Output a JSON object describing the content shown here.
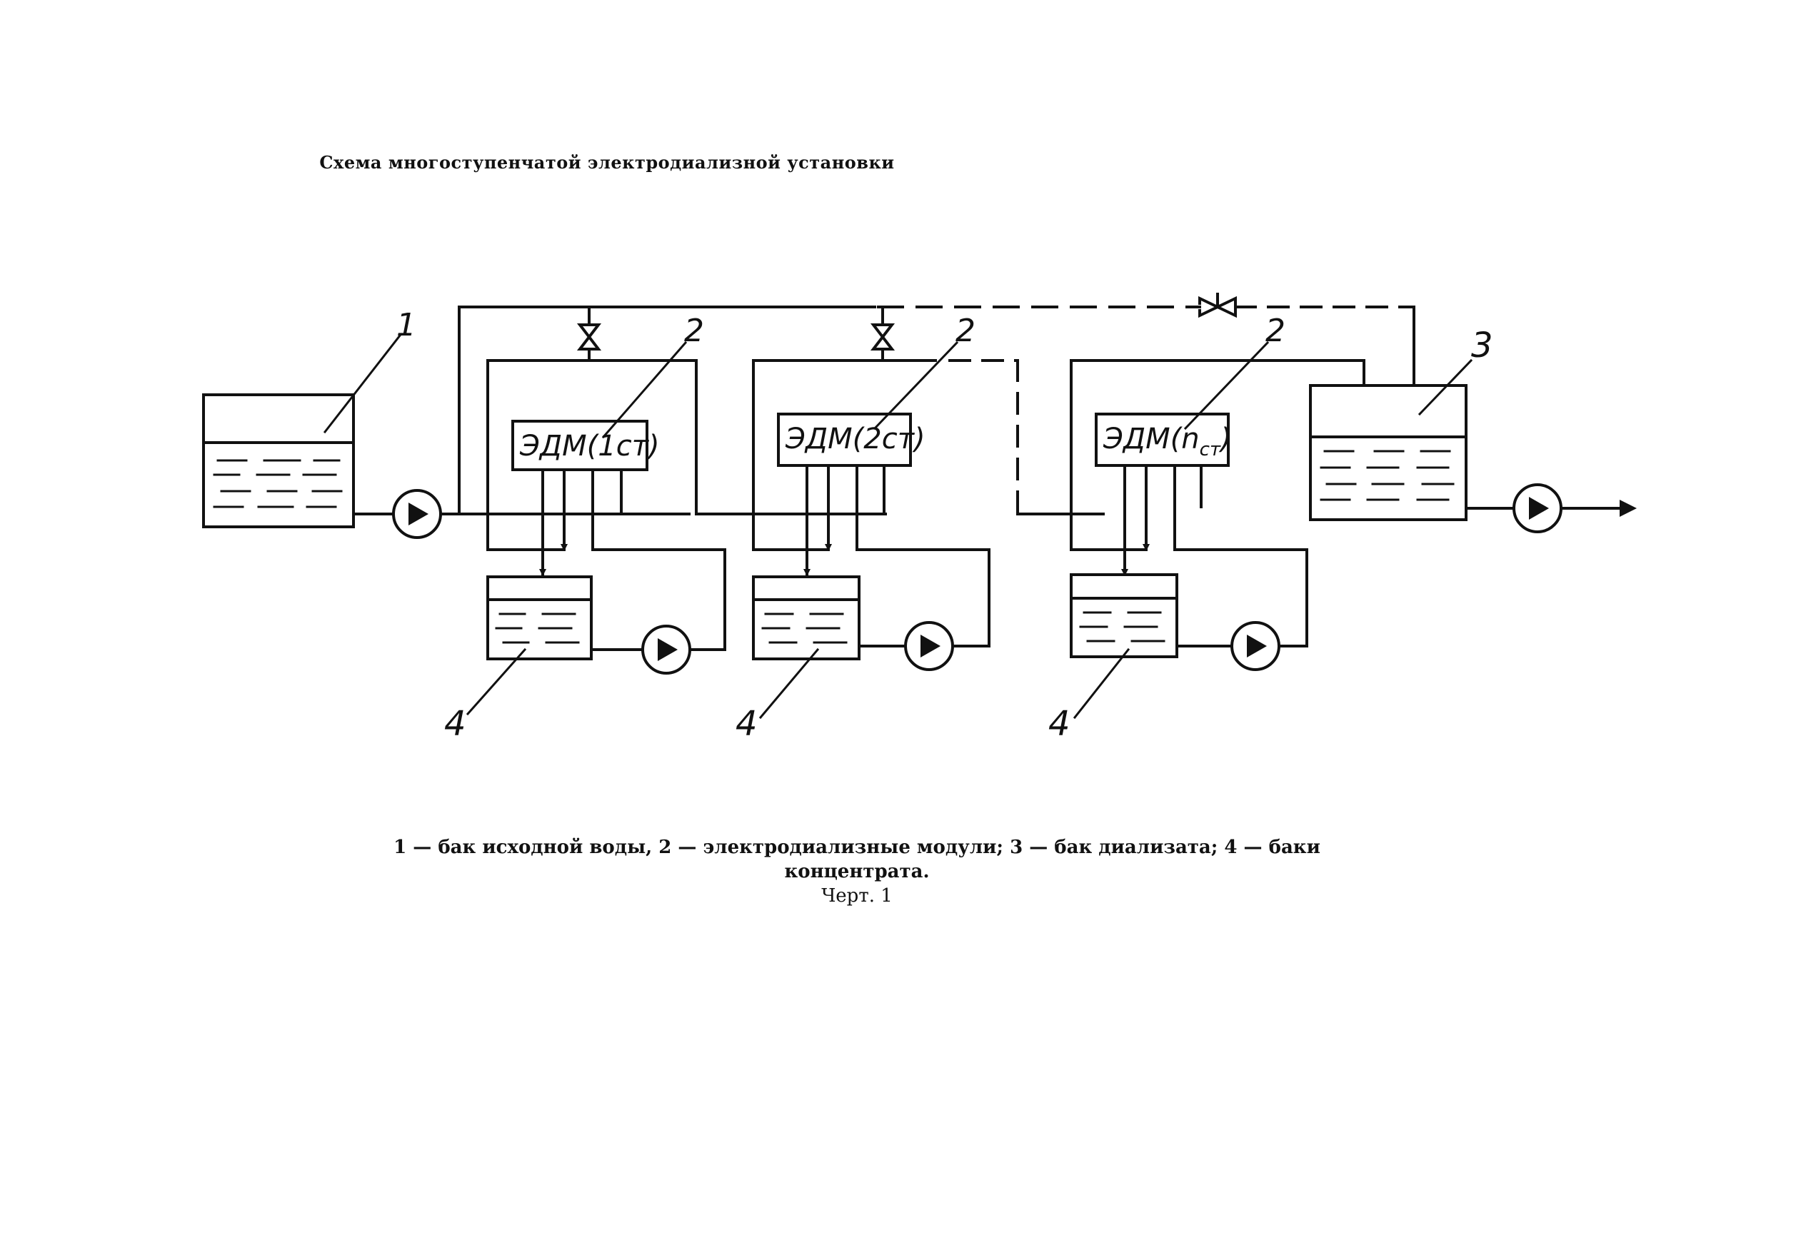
{
  "title": "Схема многоступенчатой электродиализной установки",
  "modules": [
    {
      "label_main": "ЭДМ(1ст)"
    },
    {
      "label_main": "ЭДМ(2ст)"
    },
    {
      "label_main": "ЭДМ(n",
      "label_sub": "ст",
      "label_close": ")"
    }
  ],
  "callouts": {
    "source_tank": "1",
    "module": "2",
    "dialysate_tank": "3",
    "concentrate_tank": "4"
  },
  "caption": {
    "line1": "1 — бак исходной воды, 2 — электродиализные модули; 3 — бак диализата; 4 — баки",
    "line2": "концентрата.",
    "figure": "Черт. 1"
  }
}
